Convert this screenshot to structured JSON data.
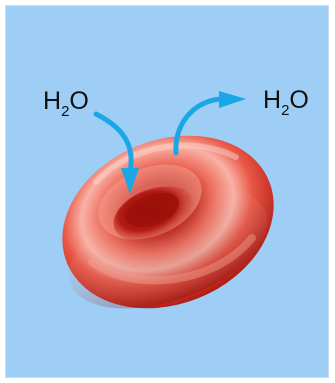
{
  "labels": {
    "water_in": {
      "main": "H",
      "sub": "2",
      "tail": "O"
    },
    "water_out": {
      "main": "H",
      "sub": "2",
      "tail": "O"
    }
  },
  "colors": {
    "background": "#9ecdf6",
    "cell_dark": "#a8140e",
    "cell_mid": "#d9362b",
    "cell_light": "#f7b6a9",
    "arrow": "#1aa7e6"
  }
}
